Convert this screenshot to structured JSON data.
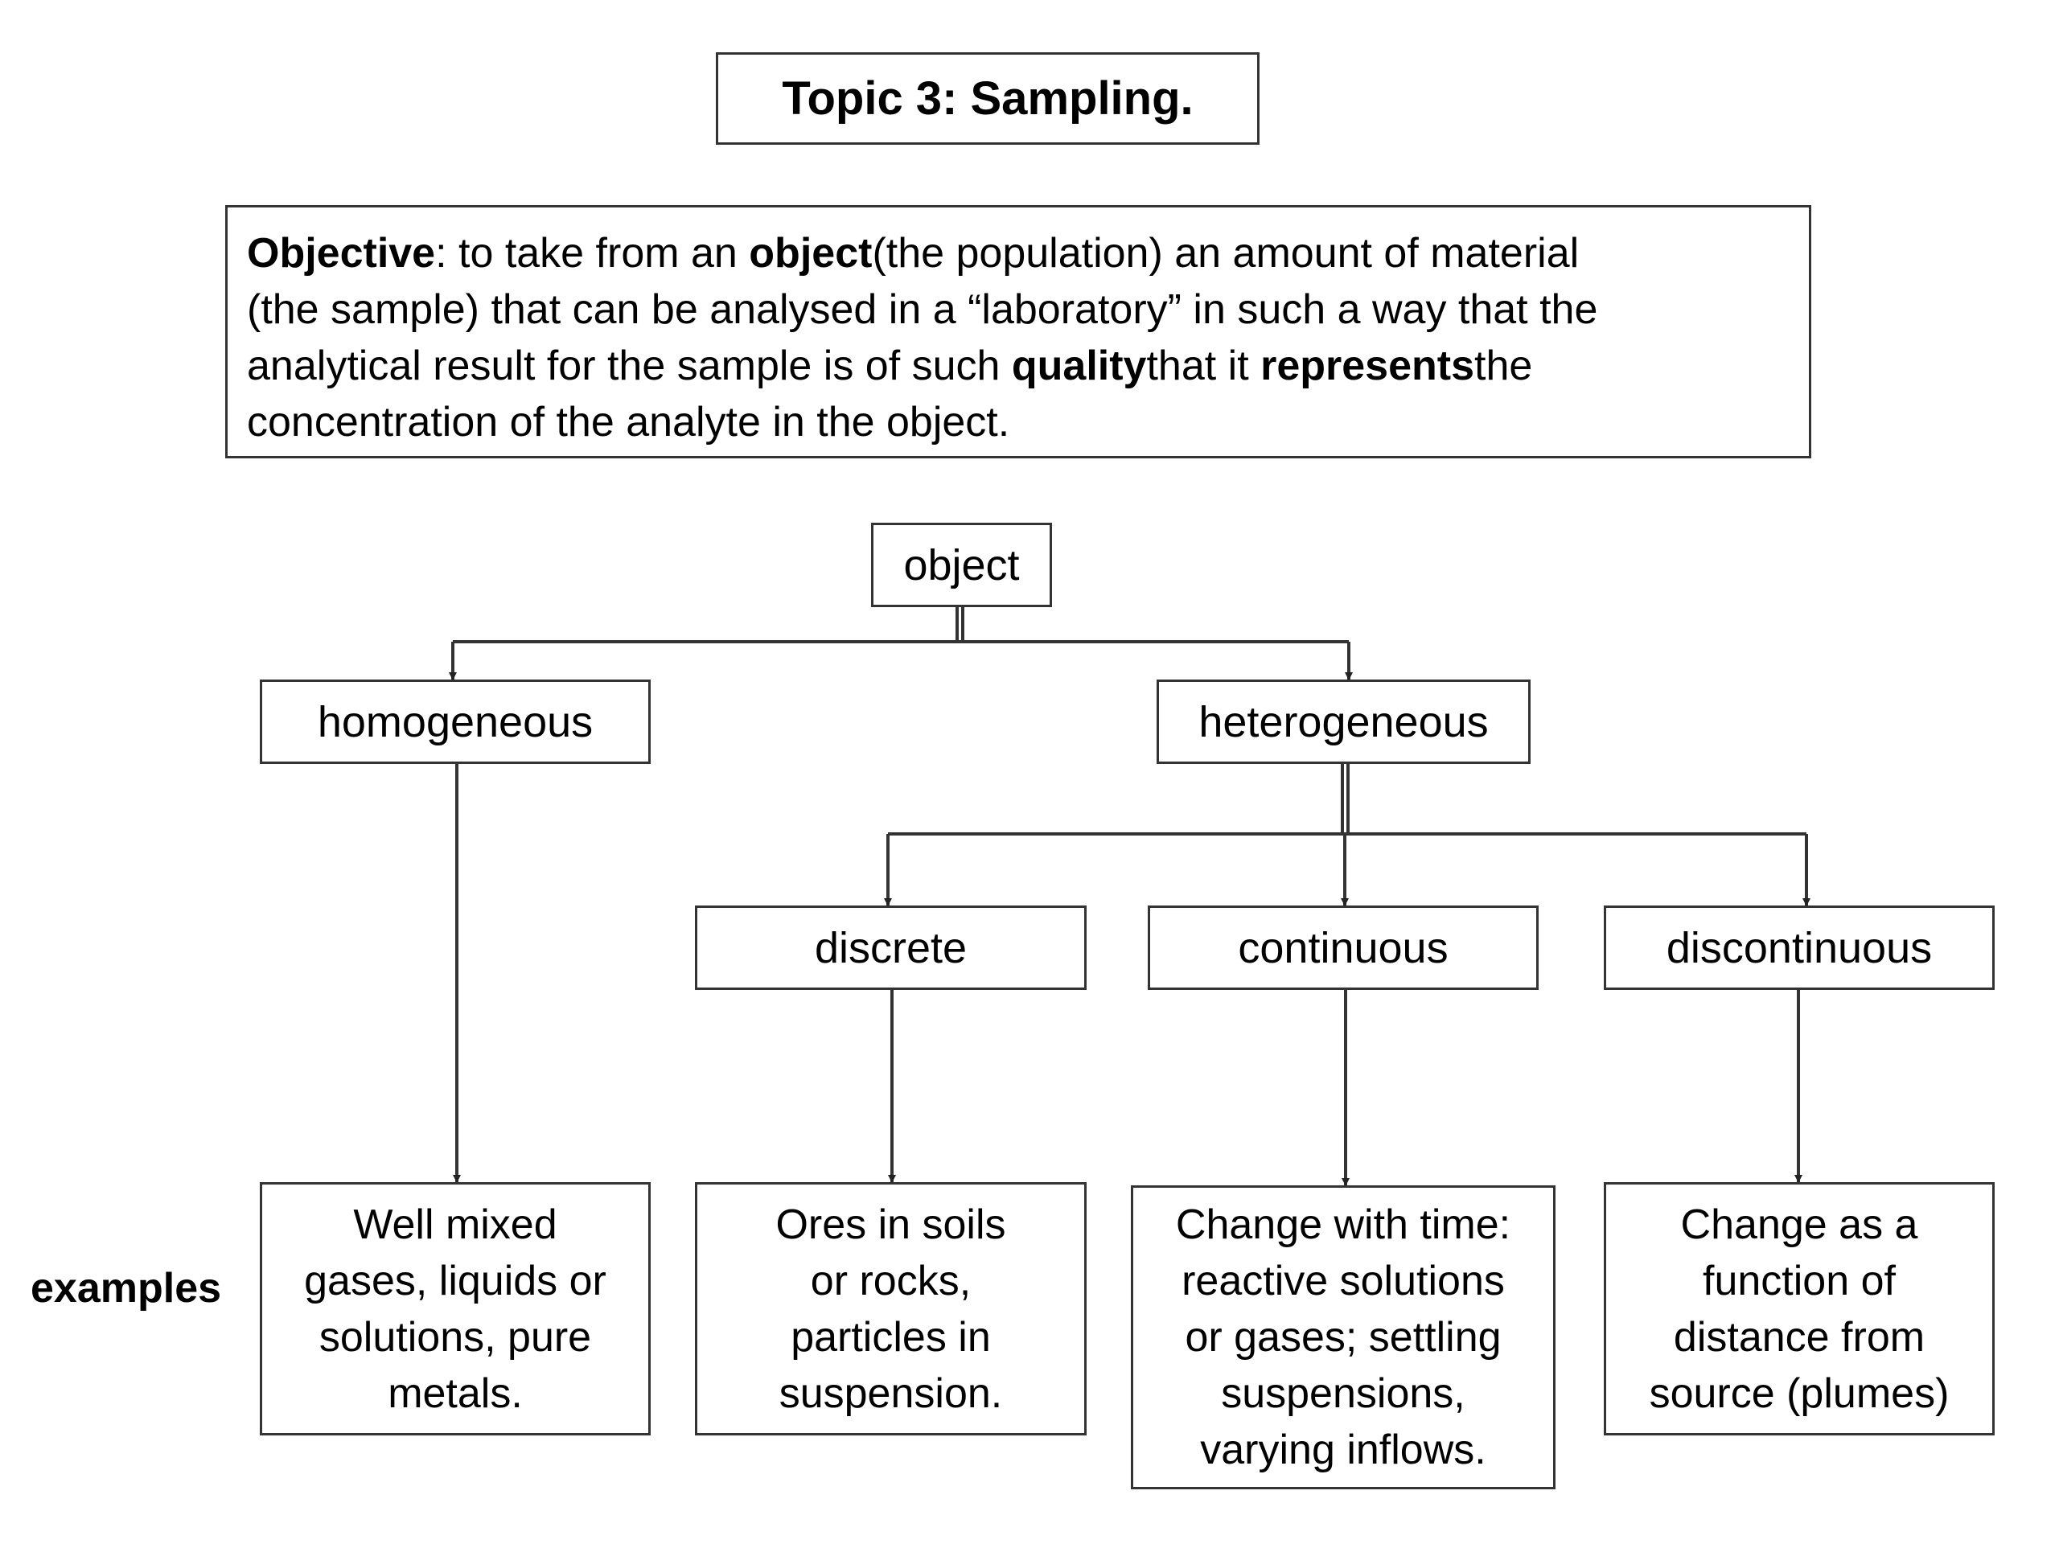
{
  "title": "Topic 3: Sampling.",
  "objective": {
    "label": "Objective",
    "line1_a": ":  to take from an ",
    "line1_b": "object",
    "line1_c": "(the population) an amount of material",
    "line2": "(the sample) that can be analysed in a “laboratory” in such a way that the",
    "line3_a": "analytical result for the sample is of such ",
    "line3_b": "quality",
    "line3_c": "that it  ",
    "line3_d": "represents",
    "line3_e": "the",
    "line4": "concentration of the analyte in the object."
  },
  "nodes": {
    "object": "object",
    "homogeneous": "homogeneous",
    "heterogeneous": "heterogeneous",
    "discrete": "discrete",
    "continuous": "continuous",
    "discontinuous": "discontinuous"
  },
  "examples_label": "examples",
  "examples": {
    "homogeneous": "Well  mixed\ngases, liquids or\nsolutions, pure\nmetals.",
    "discrete": "Ores  in  soils\nor rocks,\nparticles in\nsuspension.",
    "continuous": "Change with time:\nreactive solutions\nor gases;  settling\nsuspensions,\nvarying inflows.",
    "discontinuous": "Change as a\nfunction of\ndistance from\nsource (plumes)"
  }
}
